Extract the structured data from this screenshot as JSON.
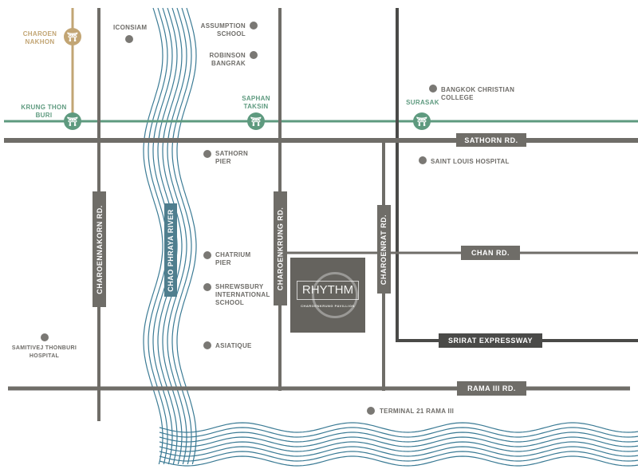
{
  "colors": {
    "road": "#6f6d68",
    "expressway": "#4a4a48",
    "bts_silom": "#5e9a7f",
    "bts_gold": "#c2a574",
    "river": "#3a7a94",
    "river_label": "#4f7e8e"
  },
  "stations": [
    {
      "name": "CHAROEN NAKHON",
      "line": "gold"
    },
    {
      "name": "KRUNG THON BURI",
      "line": "green"
    },
    {
      "name": "SAPHAN TAKSIN",
      "line": "green"
    },
    {
      "name": "SURASAK",
      "line": "green"
    }
  ],
  "roads": {
    "sathorn": "SATHORN RD.",
    "chan": "CHAN RD.",
    "srirat": "SRIRAT EXPRESSWAY",
    "rama3": "RAMA III RD.",
    "charoennakorn": "CHAROENNAKORN RD.",
    "charoenkrung": "CHAROENKRUNG RD.",
    "charoenrat": "CHAROENRAT RD."
  },
  "river": "CHAO PHRAYA RIVER",
  "pois": [
    "ICONSIAM",
    "ASSUMPTION SCHOOL",
    "ROBINSON BANGRAK",
    "BANGKOK CHRISTIAN COLLEGE",
    "SATHORN PIER",
    "SAINT LOUIS HOSPITAL",
    "CHATRIUM PIER",
    "SHREWSBURY INTERNATIONAL SCHOOL",
    "SAMITIVEJ THONBURI HOSPITAL",
    "ASIATIQUE",
    "TERMINAL 21 RAMA III"
  ],
  "project": {
    "name": "RHYTHM",
    "subtitle": "CHAROENKRUNG PAVILLION"
  }
}
